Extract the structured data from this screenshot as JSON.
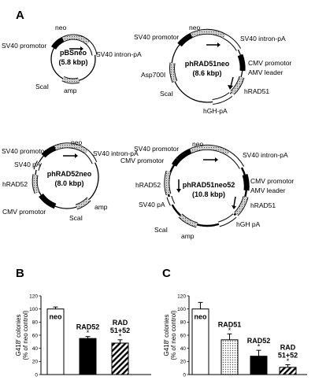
{
  "panel_a": {
    "label": "A",
    "plasmids": [
      {
        "name": "pBSneo",
        "size": "(5.8 kbp)",
        "labels": [
          "neo",
          "SV40 promotor",
          "SV40 intron-pA",
          "ScaI",
          "amp"
        ]
      },
      {
        "name": "phRAD51neo",
        "size": "(8.6 kbp)",
        "labels": [
          "neo",
          "SV40 promotor",
          "SV40 intron-pA",
          "CMV promotor",
          "AMV leader",
          "hRAD51",
          "hGH-pA",
          "Asp700I",
          "ScaI"
        ]
      },
      {
        "name": "phRAD52neo",
        "size": "(8.0 kbp)",
        "labels": [
          "neo",
          "SV40 promotor",
          "SV40 pA",
          "SV40 intron-pA",
          "hRAD52",
          "CMV promotor",
          "amp",
          "ScaI"
        ]
      },
      {
        "name": "phRAD51neo52",
        "size": "(10.8 kbp)",
        "labels": [
          "neo",
          "SV40 promotor",
          "SV40 intron-pA",
          "CMV promotor",
          "hRAD52",
          "CMV promotor",
          "AMV leader",
          "hRAD51",
          "SV40 pA",
          "hGH pA",
          "ScaI",
          "amp"
        ]
      }
    ]
  },
  "chart_data": [
    {
      "panel": "B",
      "type": "bar",
      "ylabel_main": "G418",
      "ylabel_sup": "r",
      "ylabel_rest": " colonies",
      "ylabel_line2": "(% of neo control)",
      "ylim": [
        0,
        120
      ],
      "yticks": [
        "0",
        "20",
        "40",
        "60",
        "80",
        "100",
        "120"
      ],
      "bars": [
        {
          "label_lines": [
            "neo"
          ],
          "value": 100,
          "err": 3,
          "fill": "white",
          "star": ""
        },
        {
          "label_lines": [
            "RAD52"
          ],
          "value": 55,
          "err": 3,
          "fill": "black",
          "star": "*"
        },
        {
          "label_lines": [
            "RAD",
            "51+52"
          ],
          "value": 48,
          "err": 5,
          "fill": "hatch",
          "star": "*"
        }
      ]
    },
    {
      "panel": "C",
      "type": "bar",
      "ylabel_main": "G418",
      "ylabel_sup": "r",
      "ylabel_rest": " colonies",
      "ylabel_line2": "(% of neo control)",
      "ylim": [
        0,
        120
      ],
      "yticks": [
        "0",
        "20",
        "40",
        "60",
        "80",
        "100",
        "120"
      ],
      "bars": [
        {
          "label_lines": [
            "neo"
          ],
          "value": 100,
          "err": 10,
          "fill": "white",
          "star": ""
        },
        {
          "label_lines": [
            "RAD51"
          ],
          "value": 53,
          "err": 9,
          "fill": "dots",
          "star": "*"
        },
        {
          "label_lines": [
            "RAD52"
          ],
          "value": 28,
          "err": 9,
          "fill": "black",
          "star": "*"
        },
        {
          "label_lines": [
            "RAD",
            "51+52"
          ],
          "value": 11,
          "err": 4,
          "fill": "hatch",
          "star": "*"
        }
      ]
    }
  ]
}
